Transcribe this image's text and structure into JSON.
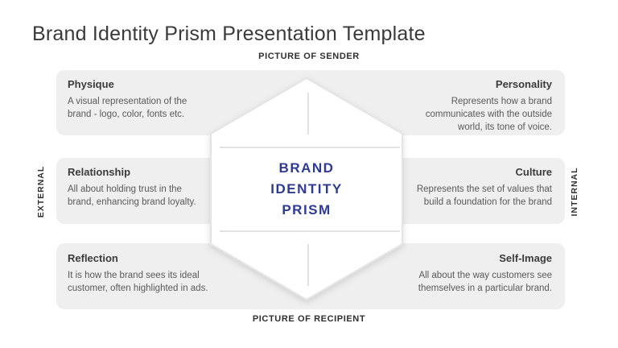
{
  "slide": {
    "title": "Brand Identity Prism Presentation Template",
    "top_label": "PICTURE OF SENDER",
    "bottom_label": "PICTURE OF RECIPIENT",
    "left_axis_label": "EXTERNAL",
    "right_axis_label": "INTERNAL",
    "center": {
      "lines": [
        "BRAND",
        "IDENTITY",
        "PRISM"
      ],
      "text_color": "#2f3a93"
    },
    "colors": {
      "card_background": "#efefef",
      "heading_text": "#3b3b3b",
      "body_text": "#595959",
      "hexagon_fill": "#ffffff",
      "hexagon_stroke": "#e4e4e4",
      "divider_line": "#d9d9d9"
    },
    "cards": [
      {
        "side": "left",
        "row": 0,
        "title": "Physique",
        "description": "A visual representation of the\nbrand - logo, color, fonts etc."
      },
      {
        "side": "right",
        "row": 0,
        "title": "Personality",
        "description": "Represents how a brand\ncommunicates with the outside\nworld, its tone of voice."
      },
      {
        "side": "left",
        "row": 1,
        "title": "Relationship",
        "description": "All about holding trust in the\nbrand, enhancing brand loyalty."
      },
      {
        "side": "right",
        "row": 1,
        "title": "Culture",
        "description": "Represents the set of values that\nbuild a foundation for the brand"
      },
      {
        "side": "left",
        "row": 2,
        "title": "Reflection",
        "description": "It is how the brand sees its ideal\ncustomer, often highlighted in ads."
      },
      {
        "side": "right",
        "row": 2,
        "title": "Self-Image",
        "description": "All about the way customers see\nthemselves in a particular brand."
      }
    ]
  }
}
